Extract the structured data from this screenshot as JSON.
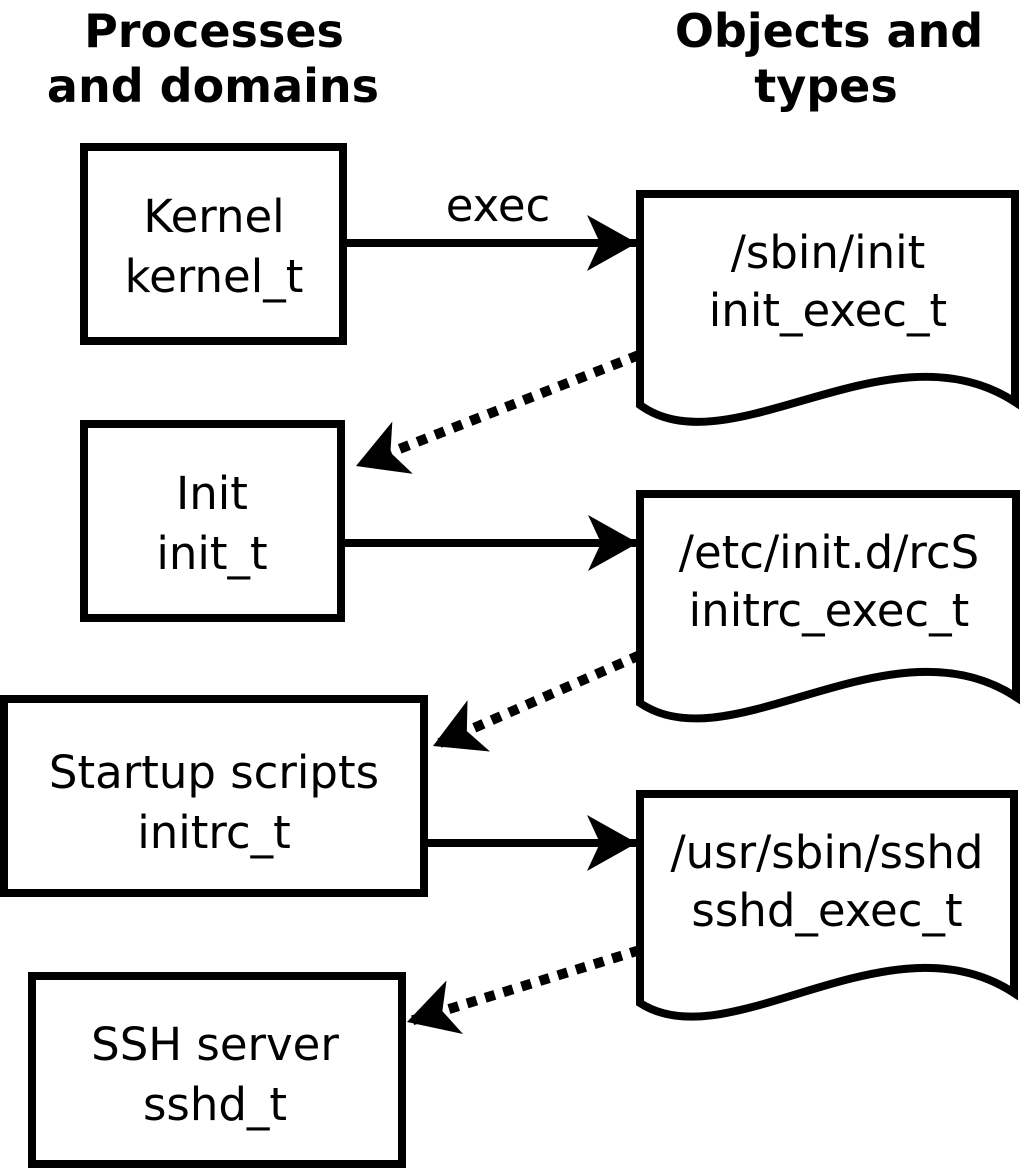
{
  "headers": {
    "left": {
      "line1": "Processes",
      "line2": "and domains"
    },
    "right": {
      "line1": "Objects and",
      "line2": "types"
    }
  },
  "processes": [
    {
      "label": "Kernel",
      "domain": "kernel_t"
    },
    {
      "label": "Init",
      "domain": "init_t"
    },
    {
      "label": "Startup scripts",
      "domain": "initrc_t"
    },
    {
      "label": "SSH server",
      "domain": "sshd_t"
    }
  ],
  "objects": [
    {
      "path": "/sbin/init",
      "type": "init_exec_t"
    },
    {
      "path": "/etc/init.d/rcS",
      "type": "initrc_exec_t"
    },
    {
      "path": "/usr/sbin/sshd",
      "type": "sshd_exec_t"
    }
  ],
  "labels": {
    "exec": "exec"
  },
  "colors": {
    "stroke": "#000000",
    "text": "#000000",
    "background": "#ffffff"
  }
}
